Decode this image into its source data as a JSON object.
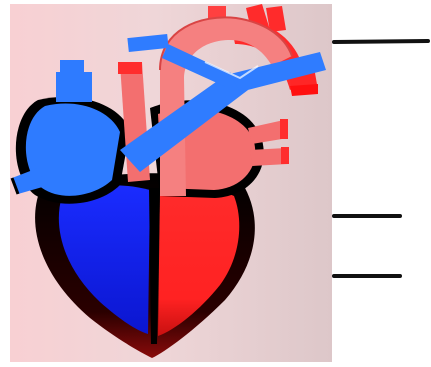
{
  "diagram": {
    "subject": "heart-cross-section",
    "colors": {
      "panel_background": "#f3d1d4",
      "deoxygenated": "#1f6fff",
      "deoxygenated_chamber": "#0a1eea",
      "oxygenated": "#ff3a3a",
      "oxygenated_light": "#f47b7b",
      "outline": "#000000",
      "leader_line": "#111111"
    },
    "label_lines": [
      {
        "id": "aorta-line",
        "label": ""
      },
      {
        "id": "septum-line",
        "label": ""
      },
      {
        "id": "ventricle-line",
        "label": ""
      }
    ]
  }
}
